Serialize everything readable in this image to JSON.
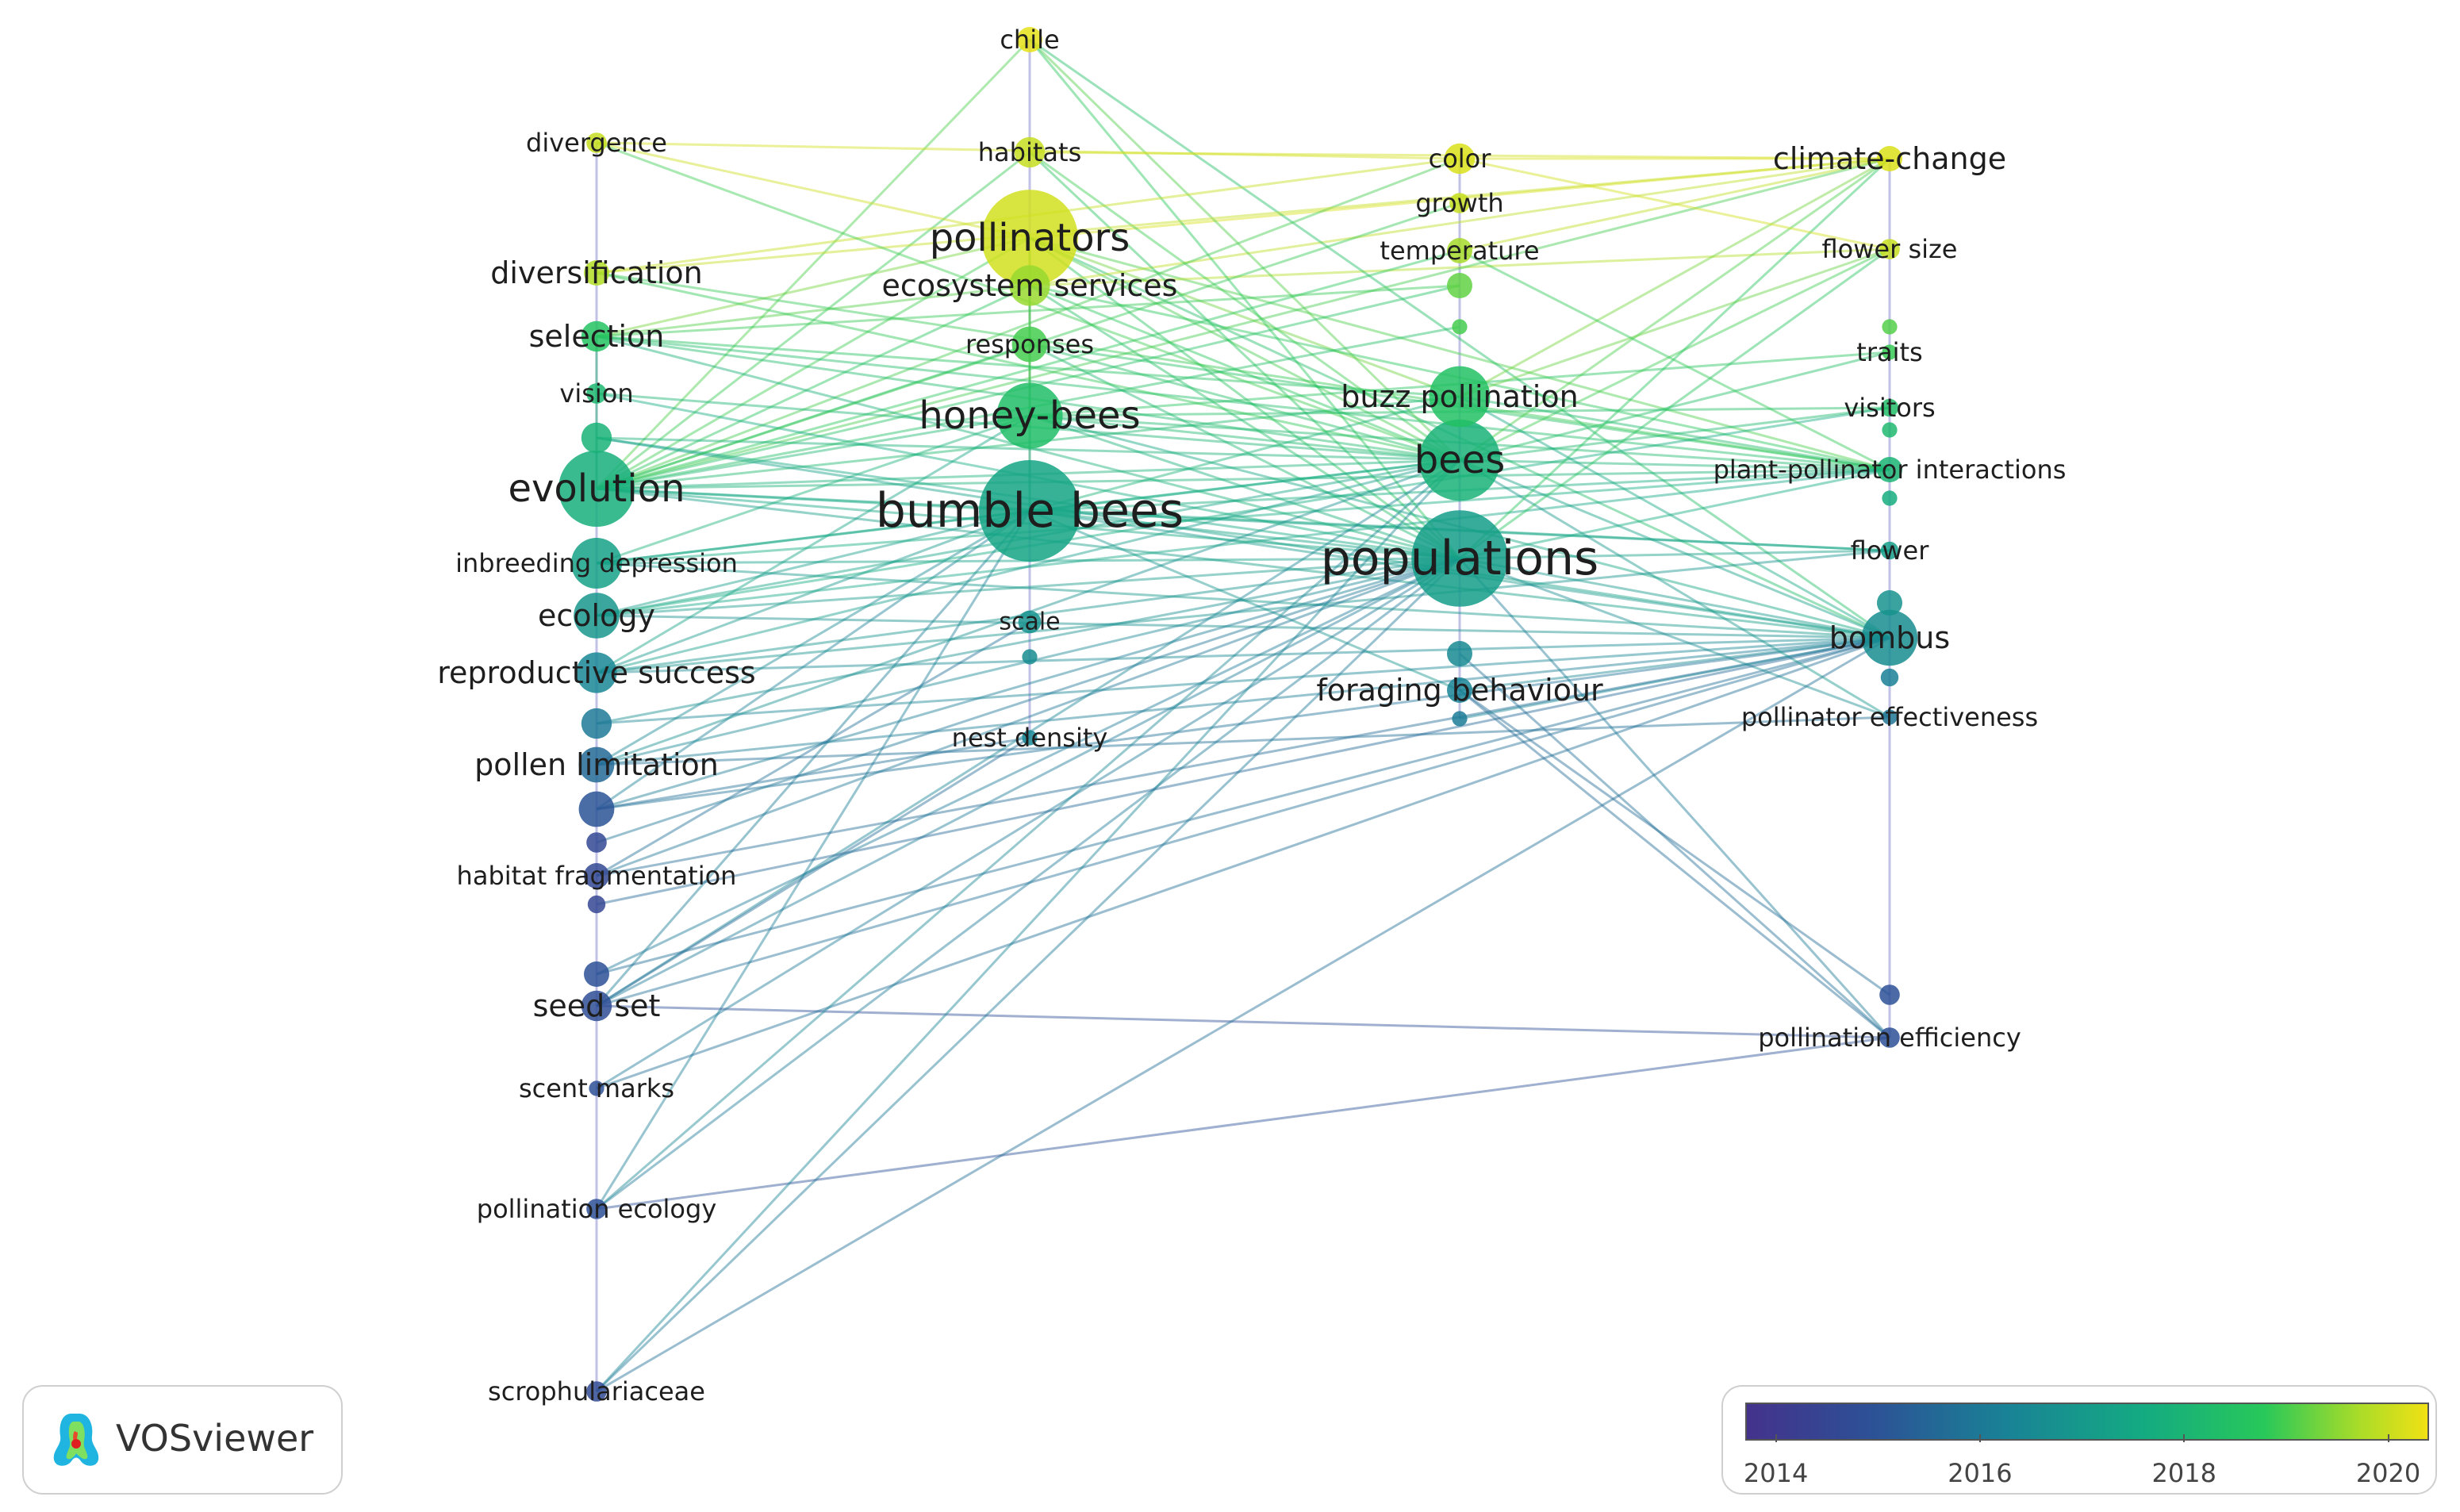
{
  "nodes": [
    {
      "label": "chile",
      "col": 1,
      "row": 25,
      "size": 10,
      "year": 2020.3,
      "fs": 1
    },
    {
      "label": "habitats",
      "col": 1,
      "row": 96,
      "size": 12,
      "year": 2020.0,
      "fs": 1
    },
    {
      "label": "pollinators",
      "col": 1,
      "row": 150,
      "size": 38,
      "year": 2020.1,
      "fs": 3
    },
    {
      "label": "ecosystem services",
      "col": 1,
      "row": 180,
      "size": 16,
      "year": 2019.6,
      "fs": 2
    },
    {
      "label": "responses",
      "col": 1,
      "row": 217,
      "size": 14,
      "year": 2019.0,
      "fs": 1
    },
    {
      "label": "honey-bees",
      "col": 1,
      "row": 262,
      "size": 26,
      "year": 2018.4,
      "fs": 3
    },
    {
      "label": "bumble bees",
      "col": 1,
      "row": 322,
      "size": 40,
      "year": 2017.4,
      "fs": 4
    },
    {
      "label": "scale",
      "col": 1,
      "row": 392,
      "size": 9,
      "year": 2016.8,
      "fs": 0
    },
    {
      "label": "",
      "col": 1,
      "row": 414,
      "size": 6,
      "year": 2016.6,
      "fs": 0
    },
    {
      "label": "nest density",
      "col": 1,
      "row": 465,
      "size": 6,
      "year": 2016.4,
      "fs": 1
    },
    {
      "label": "divergence",
      "col": 0,
      "row": 90,
      "size": 8,
      "year": 2020.0,
      "fs": 1
    },
    {
      "label": "diversification",
      "col": 0,
      "row": 172,
      "size": 10,
      "year": 2019.8,
      "fs": 2
    },
    {
      "label": "selection",
      "col": 0,
      "row": 212,
      "size": 12,
      "year": 2018.6,
      "fs": 2
    },
    {
      "label": "vision",
      "col": 0,
      "row": 248,
      "size": 8,
      "year": 2018.1,
      "fs": 1
    },
    {
      "label": "",
      "col": 0,
      "row": 276,
      "size": 12,
      "year": 2017.9,
      "fs": 0
    },
    {
      "label": "evolution",
      "col": 0,
      "row": 308,
      "size": 30,
      "year": 2017.8,
      "fs": 3
    },
    {
      "label": "inbreeding depression",
      "col": 0,
      "row": 355,
      "size": 20,
      "year": 2017.3,
      "fs": 1
    },
    {
      "label": "ecology",
      "col": 0,
      "row": 388,
      "size": 18,
      "year": 2016.9,
      "fs": 2
    },
    {
      "label": "reproductive success",
      "col": 0,
      "row": 424,
      "size": 16,
      "year": 2016.4,
      "fs": 2
    },
    {
      "label": "",
      "col": 0,
      "row": 456,
      "size": 12,
      "year": 2016.0,
      "fs": 0
    },
    {
      "label": "pollen limitation",
      "col": 0,
      "row": 482,
      "size": 14,
      "year": 2015.6,
      "fs": 2
    },
    {
      "label": "",
      "col": 0,
      "row": 510,
      "size": 14,
      "year": 2015.0,
      "fs": 0
    },
    {
      "label": "",
      "col": 0,
      "row": 531,
      "size": 8,
      "year": 2014.6,
      "fs": 0
    },
    {
      "label": "habitat fragmentation",
      "col": 0,
      "row": 552,
      "size": 10,
      "year": 2014.6,
      "fs": 1
    },
    {
      "label": "",
      "col": 0,
      "row": 570,
      "size": 7,
      "year": 2014.5,
      "fs": 0
    },
    {
      "label": "",
      "col": 0,
      "row": 614,
      "size": 10,
      "year": 2014.9,
      "fs": 0
    },
    {
      "label": "seed set",
      "col": 0,
      "row": 634,
      "size": 12,
      "year": 2014.8,
      "fs": 2
    },
    {
      "label": "scent marks",
      "col": 0,
      "row": 686,
      "size": 6,
      "year": 2014.9,
      "fs": 1
    },
    {
      "label": "pollination ecology",
      "col": 0,
      "row": 762,
      "size": 8,
      "year": 2014.9,
      "fs": 1
    },
    {
      "label": "scrophulariaceae",
      "col": 0,
      "row": 877,
      "size": 8,
      "year": 2014.7,
      "fs": 1
    },
    {
      "label": "color",
      "col": 2,
      "row": 100,
      "size": 12,
      "year": 2020.2,
      "fs": 1
    },
    {
      "label": "growth",
      "col": 2,
      "row": 128,
      "size": 8,
      "year": 2020.0,
      "fs": 1
    },
    {
      "label": "temperature",
      "col": 2,
      "row": 158,
      "size": 10,
      "year": 2019.7,
      "fs": 1
    },
    {
      "label": "",
      "col": 2,
      "row": 180,
      "size": 10,
      "year": 2019.2,
      "fs": 0
    },
    {
      "label": "",
      "col": 2,
      "row": 206,
      "size": 6,
      "year": 2019.0,
      "fs": 0
    },
    {
      "label": "buzz pollination",
      "col": 2,
      "row": 250,
      "size": 24,
      "year": 2018.5,
      "fs": 2
    },
    {
      "label": "bees",
      "col": 2,
      "row": 290,
      "size": 32,
      "year": 2017.9,
      "fs": 3
    },
    {
      "label": "populations",
      "col": 2,
      "row": 352,
      "size": 38,
      "year": 2017.2,
      "fs": 4
    },
    {
      "label": "",
      "col": 2,
      "row": 412,
      "size": 10,
      "year": 2016.5,
      "fs": 0
    },
    {
      "label": "foraging behaviour",
      "col": 2,
      "row": 435,
      "size": 10,
      "year": 2016.3,
      "fs": 2
    },
    {
      "label": "",
      "col": 2,
      "row": 453,
      "size": 6,
      "year": 2016.1,
      "fs": 0
    },
    {
      "label": "climate-change",
      "col": 3,
      "row": 100,
      "size": 10,
      "year": 2020.2,
      "fs": 2
    },
    {
      "label": "flower size",
      "col": 3,
      "row": 157,
      "size": 8,
      "year": 2020.0,
      "fs": 1
    },
    {
      "label": "",
      "col": 3,
      "row": 206,
      "size": 6,
      "year": 2019.1,
      "fs": 0
    },
    {
      "label": "traits",
      "col": 3,
      "row": 222,
      "size": 6,
      "year": 2018.9,
      "fs": 1
    },
    {
      "label": "visitors",
      "col": 3,
      "row": 257,
      "size": 7,
      "year": 2018.4,
      "fs": 1
    },
    {
      "label": "",
      "col": 3,
      "row": 271,
      "size": 6,
      "year": 2018.2,
      "fs": 0
    },
    {
      "label": "plant-pollinator interactions",
      "col": 3,
      "row": 296,
      "size": 10,
      "year": 2018.0,
      "fs": 1
    },
    {
      "label": "",
      "col": 3,
      "row": 314,
      "size": 6,
      "year": 2017.7,
      "fs": 0
    },
    {
      "label": "flower",
      "col": 3,
      "row": 347,
      "size": 7,
      "year": 2017.2,
      "fs": 1
    },
    {
      "label": "",
      "col": 3,
      "row": 380,
      "size": 10,
      "year": 2016.8,
      "fs": 0
    },
    {
      "label": "bombus",
      "col": 3,
      "row": 402,
      "size": 22,
      "year": 2016.6,
      "fs": 2
    },
    {
      "label": "",
      "col": 3,
      "row": 427,
      "size": 7,
      "year": 2016.2,
      "fs": 0
    },
    {
      "label": "pollinator effectiveness",
      "col": 3,
      "row": 452,
      "size": 6,
      "year": 2015.9,
      "fs": 1
    },
    {
      "label": "",
      "col": 3,
      "row": 627,
      "size": 8,
      "year": 2014.9,
      "fs": 0
    },
    {
      "label": "pollination efficiency",
      "col": 3,
      "row": 654,
      "size": 8,
      "year": 2014.9,
      "fs": 1
    }
  ],
  "links": [
    [
      2,
      12
    ],
    [
      2,
      15
    ],
    [
      2,
      36
    ],
    [
      2,
      37
    ],
    [
      2,
      41
    ],
    [
      2,
      35
    ],
    [
      2,
      47
    ],
    [
      2,
      51
    ],
    [
      2,
      6
    ],
    [
      2,
      5
    ],
    [
      3,
      15
    ],
    [
      3,
      36
    ],
    [
      3,
      37
    ],
    [
      3,
      41
    ],
    [
      3,
      42
    ],
    [
      3,
      47
    ],
    [
      3,
      12
    ],
    [
      0,
      15
    ],
    [
      0,
      36
    ],
    [
      0,
      37
    ],
    [
      0,
      51
    ],
    [
      1,
      37
    ],
    [
      1,
      36
    ],
    [
      1,
      15
    ],
    [
      1,
      41
    ],
    [
      5,
      15
    ],
    [
      5,
      36
    ],
    [
      5,
      37
    ],
    [
      5,
      51
    ],
    [
      5,
      47
    ],
    [
      5,
      18
    ],
    [
      5,
      16
    ],
    [
      5,
      44
    ],
    [
      5,
      45
    ],
    [
      6,
      15
    ],
    [
      6,
      16
    ],
    [
      6,
      17
    ],
    [
      6,
      18
    ],
    [
      6,
      20
    ],
    [
      6,
      36
    ],
    [
      6,
      37
    ],
    [
      6,
      51
    ],
    [
      6,
      47
    ],
    [
      6,
      49
    ],
    [
      6,
      39
    ],
    [
      6,
      35
    ],
    [
      6,
      26
    ],
    [
      6,
      21
    ],
    [
      6,
      28
    ],
    [
      4,
      15
    ],
    [
      4,
      36
    ],
    [
      4,
      37
    ],
    [
      4,
      47
    ],
    [
      15,
      36
    ],
    [
      15,
      37
    ],
    [
      15,
      51
    ],
    [
      15,
      47
    ],
    [
      15,
      35
    ],
    [
      15,
      30
    ],
    [
      15,
      32
    ],
    [
      15,
      41
    ],
    [
      15,
      12
    ],
    [
      15,
      49
    ],
    [
      12,
      36
    ],
    [
      12,
      37
    ],
    [
      12,
      47
    ],
    [
      12,
      35
    ],
    [
      11,
      36
    ],
    [
      11,
      30
    ],
    [
      11,
      41
    ],
    [
      11,
      47
    ],
    [
      16,
      36
    ],
    [
      16,
      37
    ],
    [
      16,
      51
    ],
    [
      16,
      47
    ],
    [
      17,
      36
    ],
    [
      17,
      37
    ],
    [
      17,
      51
    ],
    [
      17,
      47
    ],
    [
      17,
      45
    ],
    [
      18,
      37
    ],
    [
      18,
      36
    ],
    [
      18,
      51
    ],
    [
      18,
      49
    ],
    [
      20,
      37
    ],
    [
      20,
      36
    ],
    [
      20,
      51
    ],
    [
      20,
      53
    ],
    [
      21,
      37
    ],
    [
      21,
      51
    ],
    [
      21,
      9
    ],
    [
      23,
      37
    ],
    [
      23,
      51
    ],
    [
      23,
      7
    ],
    [
      26,
      37
    ],
    [
      26,
      36
    ],
    [
      26,
      51
    ],
    [
      26,
      9
    ],
    [
      26,
      55
    ],
    [
      25,
      37
    ],
    [
      25,
      51
    ],
    [
      27,
      37
    ],
    [
      27,
      51
    ],
    [
      28,
      37
    ],
    [
      28,
      36
    ],
    [
      28,
      55
    ],
    [
      29,
      37
    ],
    [
      29,
      36
    ],
    [
      29,
      51
    ],
    [
      36,
      51
    ],
    [
      36,
      47
    ],
    [
      36,
      44
    ],
    [
      36,
      45
    ],
    [
      36,
      41
    ],
    [
      36,
      42
    ],
    [
      36,
      53
    ],
    [
      37,
      51
    ],
    [
      37,
      47
    ],
    [
      37,
      49
    ],
    [
      37,
      41
    ],
    [
      37,
      53
    ],
    [
      37,
      55
    ],
    [
      37,
      42
    ],
    [
      35,
      51
    ],
    [
      35,
      47
    ],
    [
      35,
      42
    ],
    [
      35,
      41
    ],
    [
      30,
      41
    ],
    [
      30,
      42
    ],
    [
      32,
      41
    ],
    [
      32,
      47
    ],
    [
      39,
      51
    ],
    [
      39,
      54
    ],
    [
      39,
      55
    ],
    [
      38,
      55
    ],
    [
      40,
      51
    ],
    [
      19,
      37
    ],
    [
      19,
      51
    ],
    [
      22,
      37
    ],
    [
      24,
      51
    ],
    [
      13,
      36
    ],
    [
      13,
      37
    ],
    [
      14,
      36
    ],
    [
      14,
      37
    ],
    [
      14,
      51
    ],
    [
      10,
      36
    ],
    [
      10,
      30
    ],
    [
      10,
      2
    ],
    [
      33,
      15
    ],
    [
      33,
      12
    ],
    [
      31,
      15
    ],
    [
      34,
      15
    ]
  ],
  "column_x": [
    752,
    1298,
    1840,
    2382
  ],
  "legend": {
    "min_year": 2013.7,
    "max_year": 2020.4,
    "ticks": [
      "2014",
      "2016",
      "2018",
      "2020"
    ]
  },
  "branding": {
    "name": "VOSviewer"
  }
}
